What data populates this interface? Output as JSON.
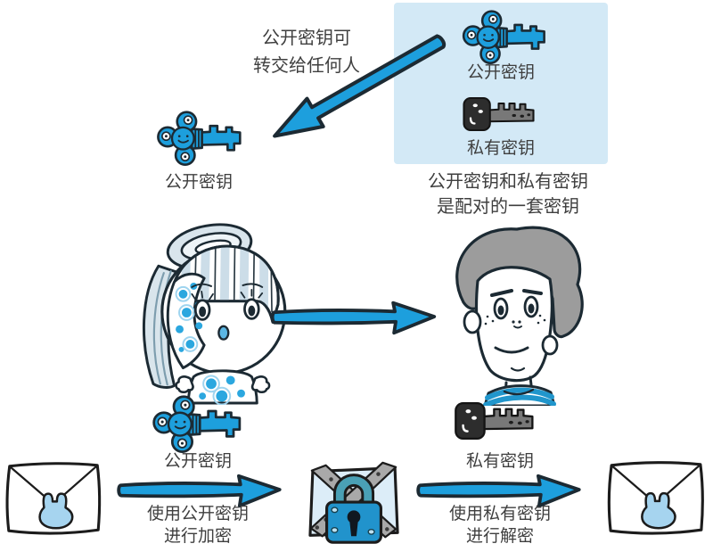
{
  "colors": {
    "accent_blue": "#1d9fdd",
    "panel_bg": "#d3e9f6",
    "outline": "#1c2a33",
    "text": "#3f3f3f",
    "private_key_dark": "#2d2d2d",
    "hair_light_blue": "#d9e5ec",
    "boy_hair_gray": "#9c9c9c",
    "seal_blue": "#a6d4ef",
    "lock_body_blue": "#2193cc"
  },
  "transfer_note": {
    "line1": "公开密钥可",
    "line2": "转交给任何人"
  },
  "shared_public_key": {
    "label": "公开密钥"
  },
  "key_pair_panel": {
    "public_key_label": "公开密钥",
    "private_key_label": "私有密钥",
    "caption_line1": "公开密钥和私有密钥",
    "caption_line2": "是配对的一套密钥"
  },
  "sender": {
    "key_label": "公开密钥"
  },
  "receiver": {
    "key_label": "私有密钥"
  },
  "encrypt_step": {
    "line1": "使用公开密钥",
    "line2": "进行加密"
  },
  "decrypt_step": {
    "line1": "使用私有密钥",
    "line2": "进行解密"
  }
}
